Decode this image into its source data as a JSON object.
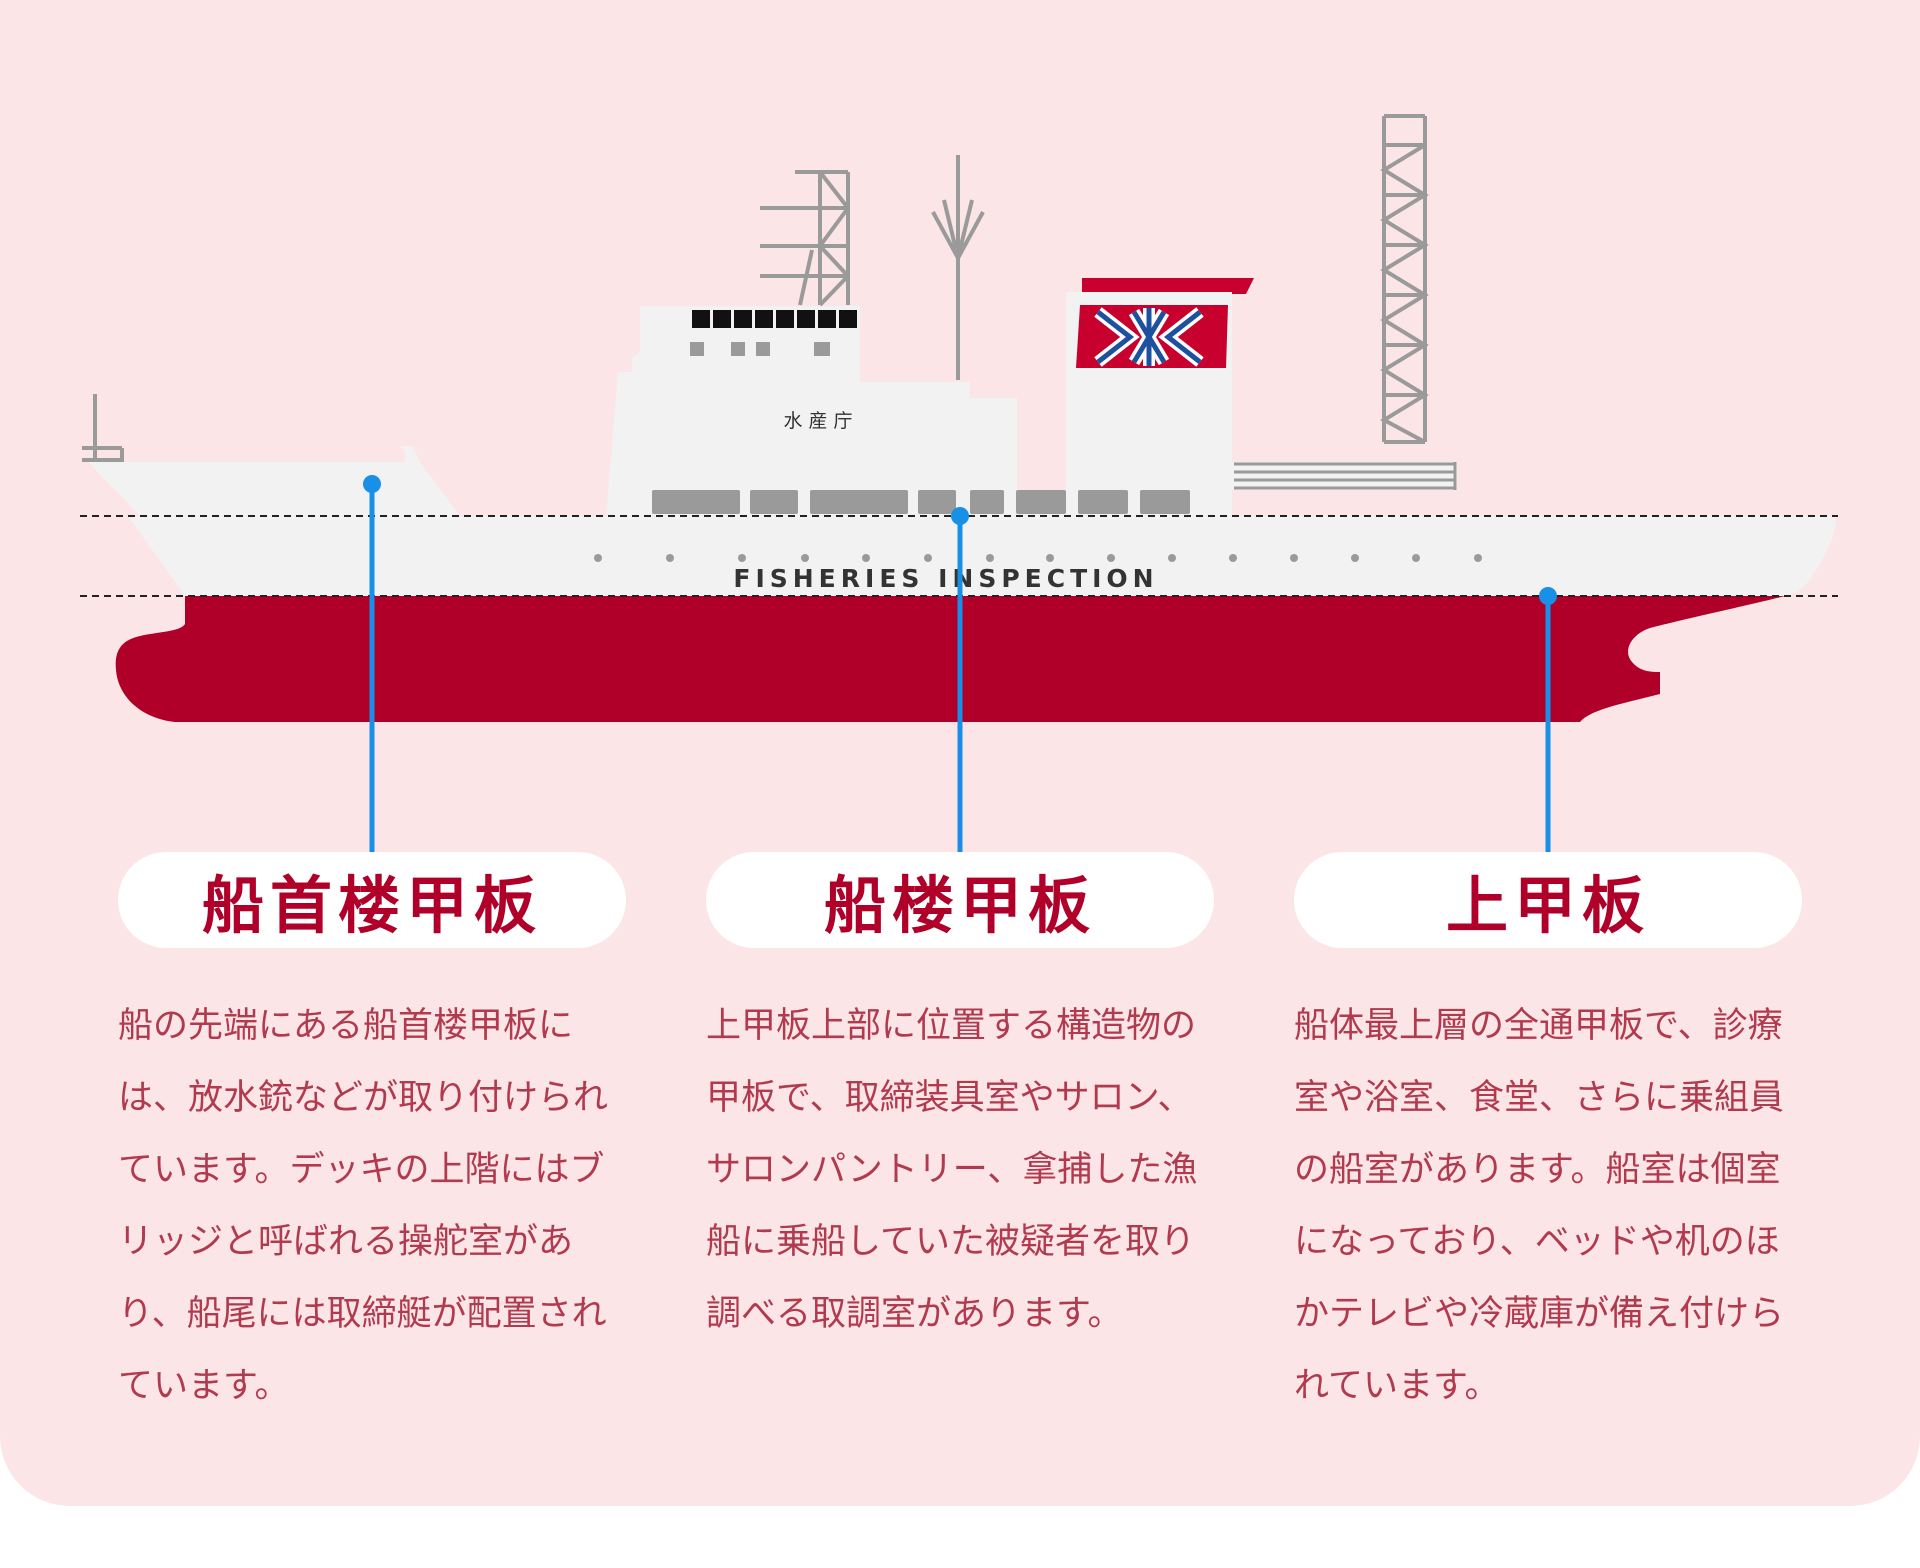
{
  "ship": {
    "hull_label": "FISHERIES INSPECTION",
    "superstructure_label": "水 産 庁",
    "colors": {
      "hull": "#b0002a",
      "body": "#f2f2f2",
      "mast": "#9a9a9a",
      "callout": "#1890e8",
      "funnel_red": "#c8002e",
      "funnel_blue": "#1e50a0"
    }
  },
  "decks": [
    {
      "title": "船首楼甲板",
      "description": "船の先端にある船首楼甲板には、放水銃などが取り付けられています。デッキの上階にはブリッジと呼ばれる操舵室があり、船尾には取締艇が配置されています。"
    },
    {
      "title": "船楼甲板",
      "description": "上甲板上部に位置する構造物の甲板で、取締装具室やサロン、サロンパントリー、拿捕した漁船に乗船していた被疑者を取り調べる取調室があります。"
    },
    {
      "title": "上甲板",
      "description": "船体最上層の全通甲板で、診療室や浴室、食堂、さらに乗組員の船室があります。船室は個室になっており、ベッドや机のほかテレビや冷蔵庫が備え付けられています。"
    }
  ]
}
